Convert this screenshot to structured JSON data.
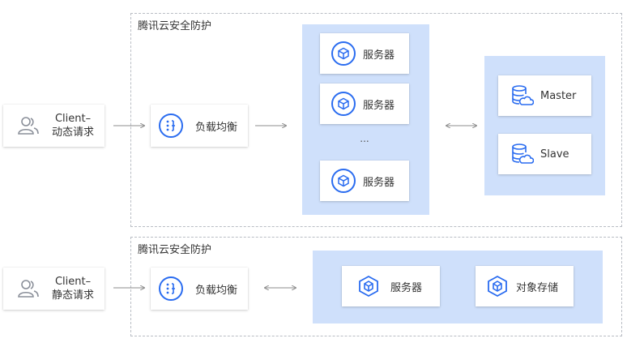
{
  "regions": [
    {
      "label": "腾讯云安全防护"
    },
    {
      "label": "腾讯云安全防护"
    }
  ],
  "clients": [
    {
      "line1": "Client–",
      "line2": "动态请求",
      "icon": "users-icon"
    },
    {
      "line1": "Client–",
      "line2": "静态请求",
      "icon": "users-icon"
    }
  ],
  "load_balancers": [
    {
      "label": "负载均衡",
      "icon": "load-balancer-icon"
    },
    {
      "label": "负载均衡",
      "icon": "load-balancer-icon"
    }
  ],
  "servers_top": [
    {
      "label": "服务器",
      "icon": "server-cube-icon"
    },
    {
      "label": "服务器",
      "icon": "server-cube-icon"
    },
    {
      "label": "服务器",
      "icon": "server-cube-icon"
    }
  ],
  "ellipsis": "...",
  "databases": [
    {
      "label": "Master",
      "icon": "database-cloud-icon"
    },
    {
      "label": "Slave",
      "icon": "database-cloud-icon"
    }
  ],
  "bottom_targets": [
    {
      "label": "服务器",
      "icon": "server-cube-icon"
    },
    {
      "label": "对象存储",
      "icon": "object-storage-icon"
    }
  ],
  "colors": {
    "accent": "#2a6cf0",
    "panel": "#cfe0fb",
    "border": "#b9bdc4",
    "arrow": "#8c8c8c"
  }
}
